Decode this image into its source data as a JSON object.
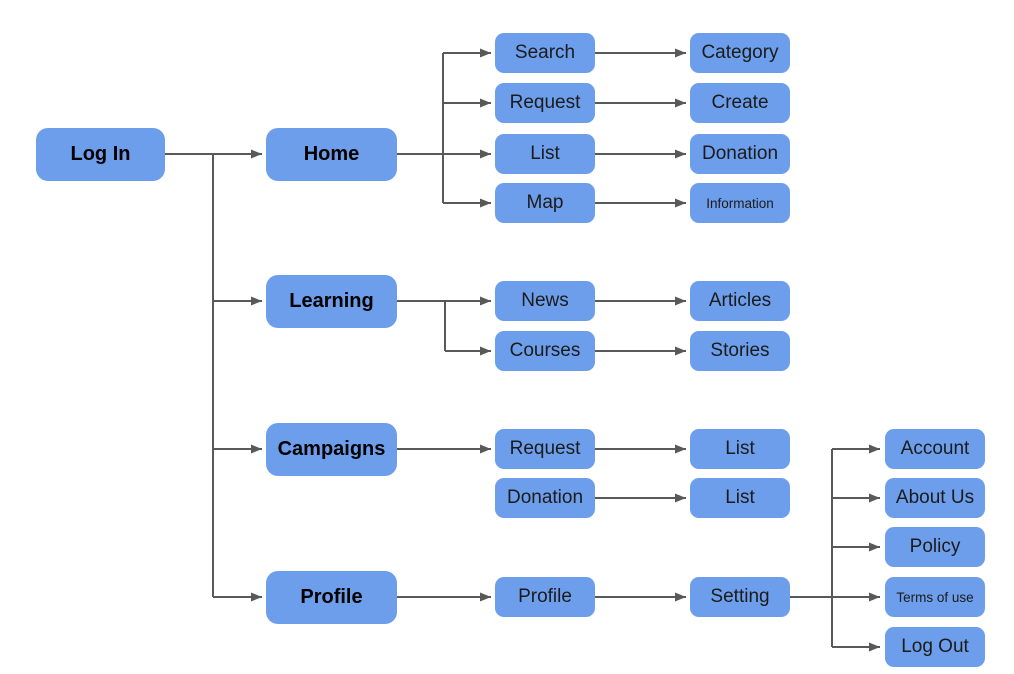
{
  "colors": {
    "node_fill": "#6D9EEB",
    "node_text": "#1b1b1b",
    "connector": "#595959",
    "background": "#ffffff"
  },
  "flow": {
    "login": {
      "label": "Log In"
    },
    "home": {
      "label": "Home",
      "search": {
        "label": "Search",
        "category": {
          "label": "Category"
        }
      },
      "request": {
        "label": "Request",
        "create": {
          "label": "Create"
        }
      },
      "list": {
        "label": "List",
        "donation": {
          "label": "Donation"
        }
      },
      "map": {
        "label": "Map",
        "information": {
          "label": "Information"
        }
      }
    },
    "learning": {
      "label": "Learning",
      "news": {
        "label": "News",
        "articles": {
          "label": "Articles"
        }
      },
      "courses": {
        "label": "Courses",
        "stories": {
          "label": "Stories"
        }
      }
    },
    "campaigns": {
      "label": "Campaigns",
      "request": {
        "label": "Request",
        "list": {
          "label": "List"
        }
      },
      "donation": {
        "label": "Donation",
        "list": {
          "label": "List"
        }
      }
    },
    "profile": {
      "label": "Profile",
      "profile": {
        "label": "Profile",
        "setting": {
          "label": "Setting",
          "account": {
            "label": "Account"
          },
          "about_us": {
            "label": "About Us"
          },
          "policy": {
            "label": "Policy"
          },
          "terms": {
            "label": "Terms of use"
          },
          "log_out": {
            "label": "Log Out"
          }
        }
      }
    }
  }
}
